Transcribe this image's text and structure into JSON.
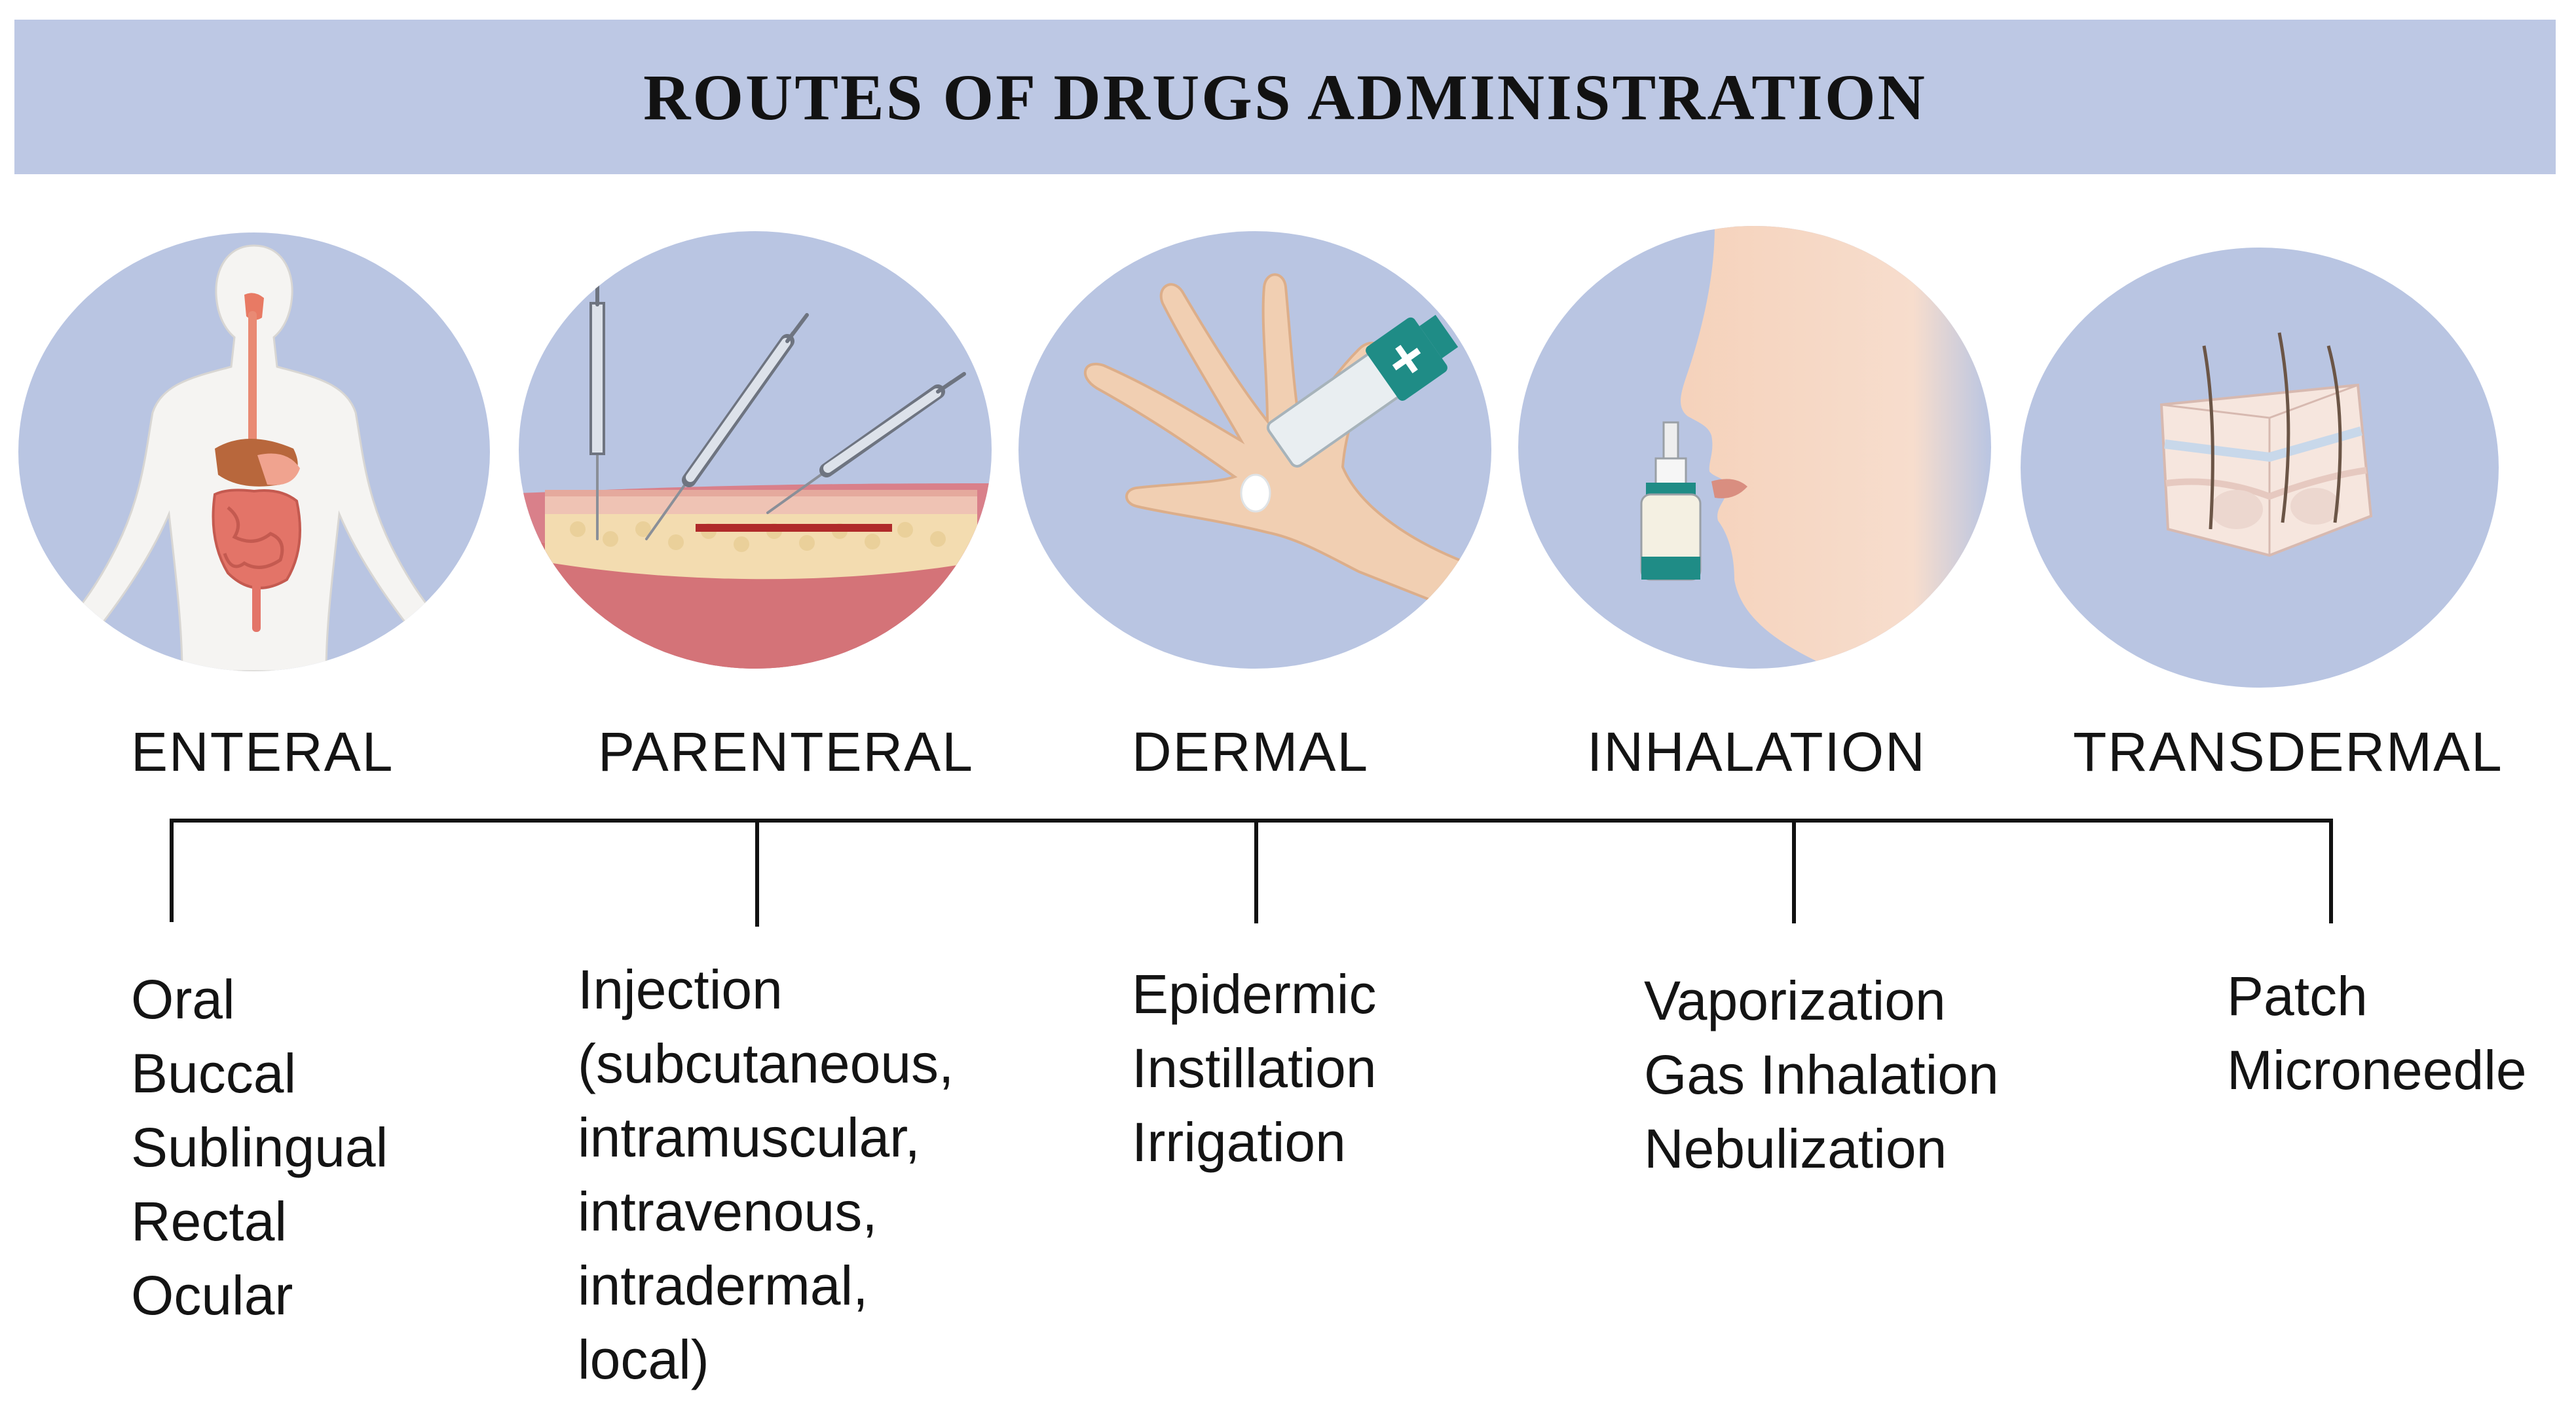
{
  "title": "ROUTES OF DRUGS ADMINISTRATION",
  "colors": {
    "banner": "#bdc8e4",
    "circle": "#b9c5e2",
    "text": "#141414",
    "line": "#111111"
  },
  "routes": [
    {
      "label": "ENTERAL",
      "icon": "human-digestive-system-icon",
      "subroutes": [
        "Oral",
        "Buccal",
        "Sublingual",
        "Rectal",
        "Ocular"
      ]
    },
    {
      "label": "PARENTERAL",
      "icon": "syringe-injection-icon",
      "subroutes": [
        "Injection",
        "(subcutaneous,",
        "intramuscular,",
        "intravenous,",
        "intradermal,",
        "local)"
      ]
    },
    {
      "label": "DERMAL",
      "icon": "hand-ointment-icon",
      "subroutes": [
        "Epidermic",
        "Instillation",
        "Irrigation"
      ]
    },
    {
      "label": "INHALATION",
      "icon": "nasal-spray-icon",
      "subroutes": [
        "Vaporization",
        "Gas Inhalation",
        "Nebulization"
      ]
    },
    {
      "label": "TRANSDERMAL",
      "icon": "skin-cross-section-icon",
      "subroutes": [
        "Patch",
        "Microneedle"
      ]
    }
  ]
}
